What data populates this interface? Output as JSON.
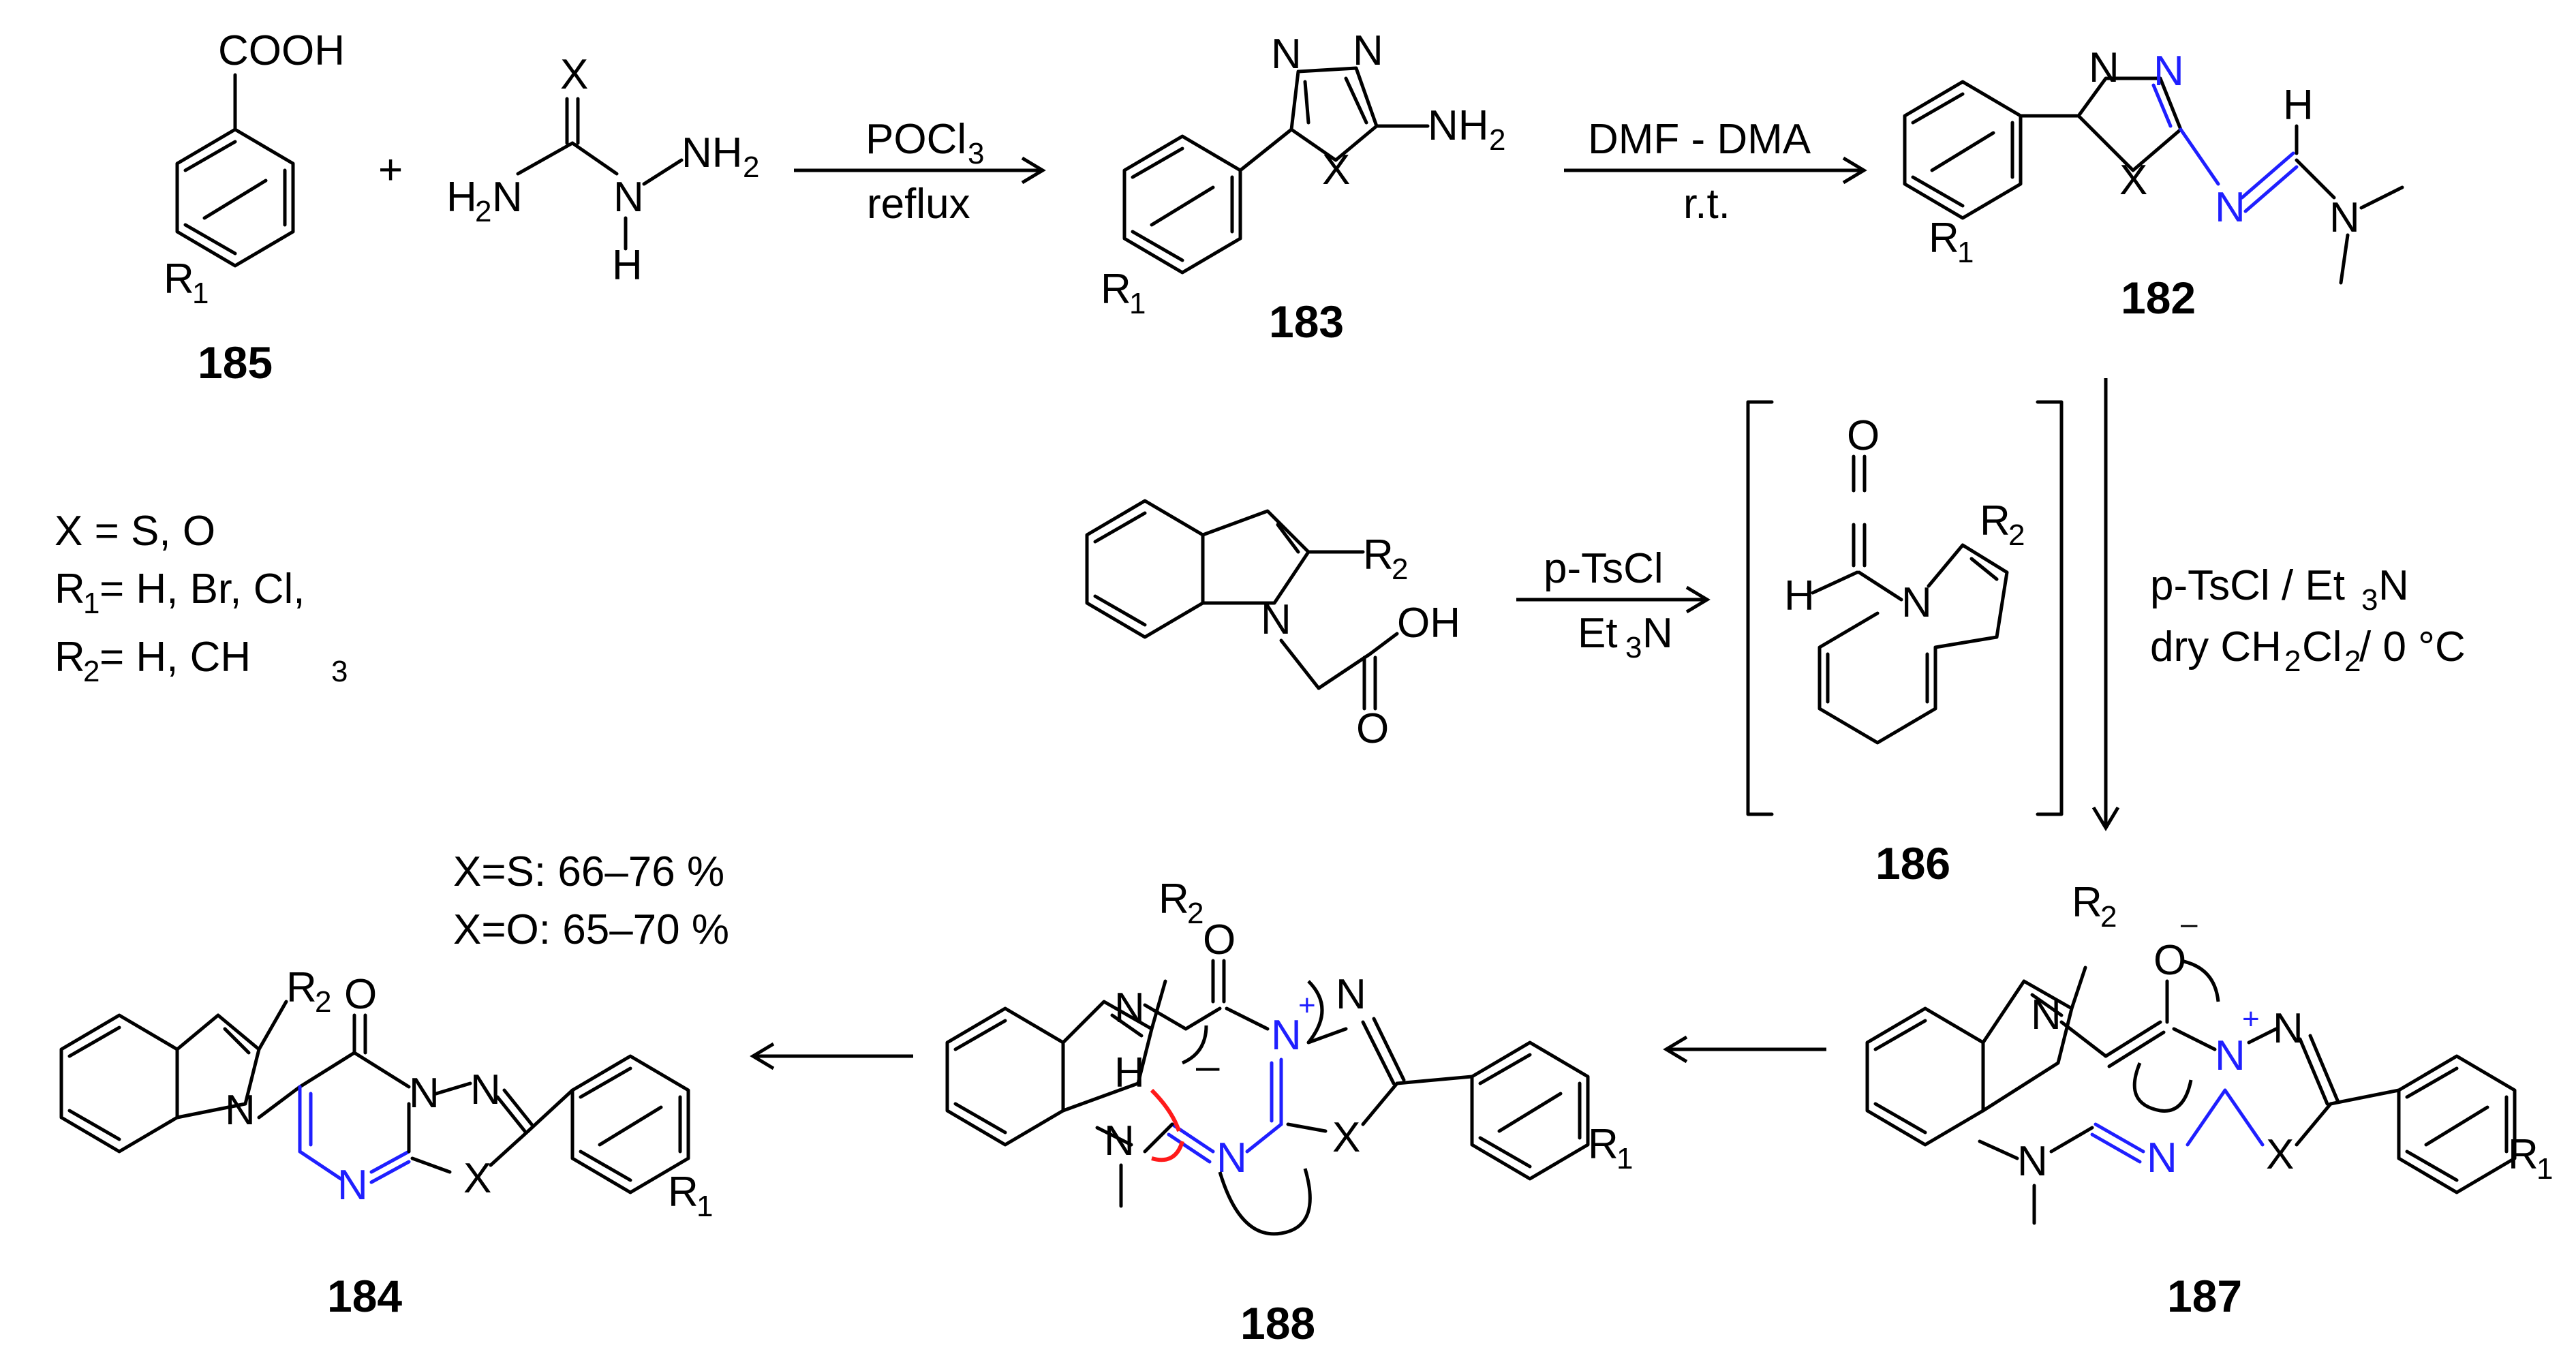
{
  "colors": {
    "text": "#000000",
    "highlight_blue": "#1f1fff",
    "arrow_red": "#ff1a1a",
    "background": "#ffffff"
  },
  "compounds": {
    "c185": "185",
    "c183": "183",
    "c182": "182",
    "c186": "186",
    "c187": "187",
    "c188": "188",
    "c184": "184"
  },
  "reagents": {
    "step1_top": "POCl",
    "step1_top_sub": "3",
    "step1_bottom": "reflux",
    "step2_top": "DMF - DMA",
    "step2_bottom": "r.t.",
    "step3_top": "p-TsCl",
    "step3_bottom": "Et",
    "step3_bottom_sub": "3",
    "step3_bottom_tail": "N",
    "step4_line1": "p-TsCl / Et",
    "step4_line1_sub": "3",
    "step4_line1_tail": "N",
    "step4_line2": "dry CH",
    "step4_line2_sub1": "2",
    "step4_line2_mid": "Cl",
    "step4_line2_sub2": "2",
    "step4_line2_tail": " / 0 °C"
  },
  "legend": {
    "line1": "X = S, O",
    "line2_a": "R",
    "line2_sub": "1",
    "line2_b": " = H, Br, Cl,",
    "line3_a": "R",
    "line3_sub": "2",
    "line3_b": " = H, CH",
    "line3_sub2": "3"
  },
  "yields": {
    "xs": "X=S: 66–76 %",
    "xo": "X=O: 65–70 %"
  },
  "plus_sign": "+",
  "atoms": {
    "cooh": "COOH",
    "r": "R",
    "one": "1",
    "two": "2",
    "x": "X",
    "h": "H",
    "n": "N",
    "o": "O",
    "oh": "OH",
    "h2n": "H",
    "h2n_tail": "N",
    "nh2": "NH",
    "charge_plus": "+",
    "charge_minus": "–"
  }
}
